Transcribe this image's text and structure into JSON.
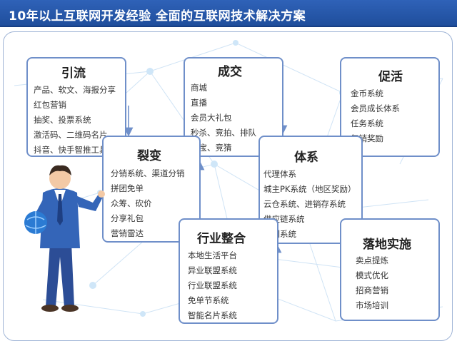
{
  "banner": {
    "text": "10年以上互联网开发经验  全面的互联网技术解决方案",
    "colors": {
      "banner_bg": "#2563b0",
      "border": "#6f8fc9"
    }
  },
  "boxes": {
    "yinliu": {
      "title": "引流",
      "items": [
        "产品、软文、海报分享",
        "红包营销",
        "抽奖、投票系统",
        "激活码、二维码名片",
        "抖音、快手智推工具"
      ]
    },
    "chengjiao": {
      "title": "成交",
      "items": [
        "商城",
        "直播",
        "会员大礼包",
        "秒杀、竞拍、排队",
        "夺宝、竞猜"
      ]
    },
    "cuhuo": {
      "title": "促活",
      "items": [
        "金币系统",
        "会员成长体系",
        "任务系统",
        "复销奖励"
      ]
    },
    "liebian": {
      "title": "裂变",
      "items": [
        "分销系统、渠道分销",
        "拼团免单",
        "众筹、砍价",
        "分享礼包",
        "营销雷达"
      ]
    },
    "tixi": {
      "title": "体系",
      "items": [
        "代理体系",
        "城主PK系统（地区奖励）",
        "云仓系统、进销存系统",
        "供应链系统",
        "培训系统"
      ]
    },
    "hangye": {
      "title": "行业整合",
      "items": [
        "本地生活平台",
        "异业联盟系统",
        "行业联盟系统",
        "免单节系统",
        "智能名片系统"
      ]
    },
    "luodi": {
      "title": "落地实施",
      "items": [
        "卖点提炼",
        "模式优化",
        "招商营销",
        "市场培训"
      ]
    }
  },
  "icons": [
    "businessman-with-globe-illustration",
    "network-background"
  ]
}
